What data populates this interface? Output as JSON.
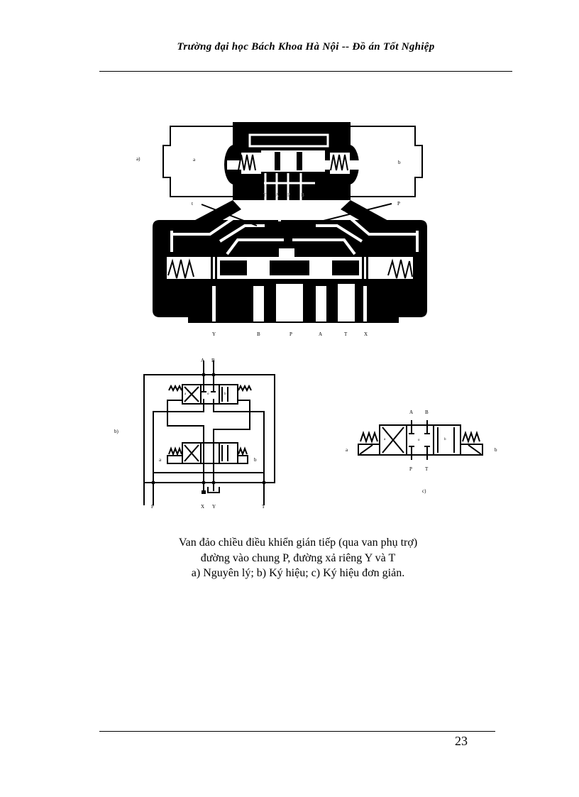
{
  "header": {
    "title": "Trường đại học Bách Khoa Hà Nội -- Đồ án Tốt Nghiệp"
  },
  "figure": {
    "a": {
      "label": "a)",
      "left_solenoid": "a",
      "right_solenoid": "b",
      "pilot_ports": [
        "T",
        "A",
        "P",
        "B"
      ],
      "left_pointer": "t",
      "right_pointer": "P",
      "main_ports": [
        "Y",
        "B",
        "P",
        "A",
        "T",
        "X"
      ]
    },
    "b": {
      "label": "b)",
      "top_ports": [
        "A",
        "B"
      ],
      "cell_labels": [
        "a",
        "o",
        "b"
      ],
      "solenoid_left": "a",
      "solenoid_right": "b",
      "bottom_ports": [
        "P",
        "X",
        "Y",
        "T"
      ]
    },
    "c": {
      "label": "c)",
      "top_ports": [
        "A",
        "B"
      ],
      "bottom_ports": [
        "P",
        "T"
      ],
      "cell_labels": [
        "a",
        "o",
        "b"
      ],
      "solenoid_left": "a",
      "solenoid_right": "b"
    }
  },
  "caption": {
    "line1": "Van đảo chiều điều khiển gián tiếp (qua van phụ trợ)",
    "line2": "đường vào chung P, đường xả riêng Y và T",
    "line3": "a) Nguyên lý; b) Ký hiệu; c) Ký hiệu đơn giản."
  },
  "footer": {
    "page_number": "23"
  }
}
